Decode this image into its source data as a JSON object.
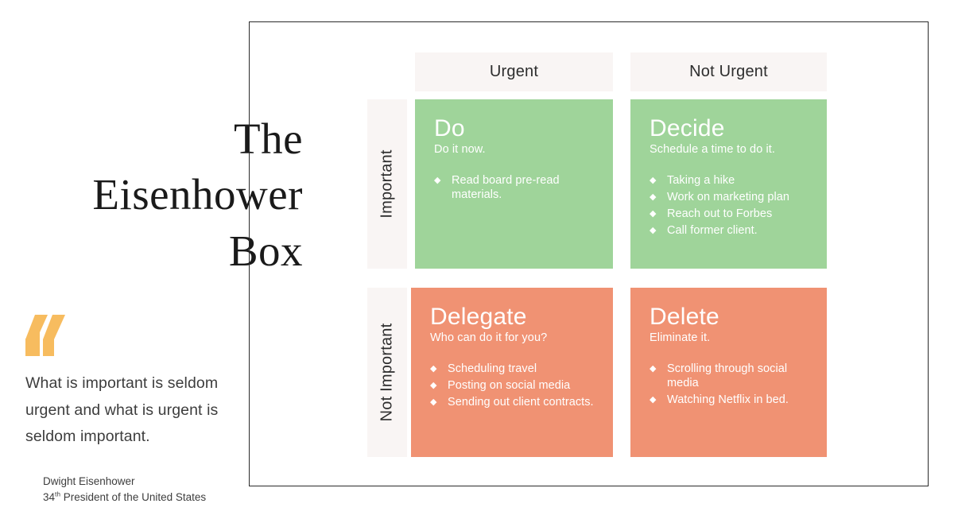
{
  "title": {
    "lines": [
      "The",
      "Eisenhower",
      "Box"
    ]
  },
  "quote": {
    "mark_icon": "closing-quote-icon",
    "mark_color": "#f7bc5f",
    "text": "What is important is seldom urgent and what is urgent is seldom important.",
    "author": "Dwight Eisenhower",
    "author_role_prefix": "34",
    "author_role_sup": "th",
    "author_role_suffix": " President of the United States"
  },
  "matrix": {
    "column_headers": [
      "Urgent",
      "Not Urgent"
    ],
    "row_headers": [
      "Important",
      "Not Important"
    ],
    "colors": {
      "green": "#9fd49a",
      "orange": "#f09273",
      "header_bg": "#f9f5f4",
      "frame": "#2b2b2b"
    },
    "quadrants": [
      {
        "id": "do",
        "title": "Do",
        "subtitle": "Do it now.",
        "color": "#9fd49a",
        "items": [
          "Read board pre-read materials."
        ]
      },
      {
        "id": "decide",
        "title": "Decide",
        "subtitle": "Schedule a time to do it.",
        "color": "#9fd49a",
        "items": [
          "Taking a hike",
          "Work on marketing plan",
          "Reach out to Forbes",
          "Call former client."
        ]
      },
      {
        "id": "delegate",
        "title": "Delegate",
        "subtitle": "Who can do it for you?",
        "color": "#f09273",
        "items": [
          "Scheduling travel",
          "Posting on social media",
          "Sending out client contracts."
        ]
      },
      {
        "id": "delete",
        "title": "Delete",
        "subtitle": "Eliminate it.",
        "color": "#f09273",
        "items": [
          "Scrolling through social media",
          "Watching Netflix in bed."
        ]
      }
    ],
    "bullet_glyph": "◆"
  }
}
